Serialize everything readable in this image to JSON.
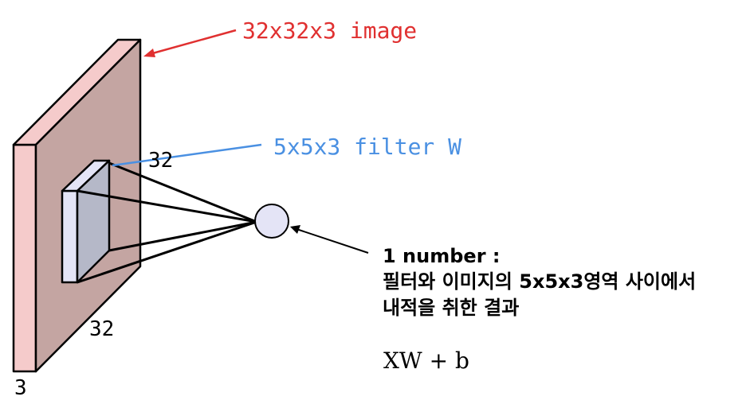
{
  "labels": {
    "image": "32x32x3 image",
    "filter": "5x5x3 filter W",
    "height": "32",
    "width": "32",
    "depth": "3",
    "output_line1": "1 number :",
    "output_line2": "필터와 이미지의 5x5x3영역 사이에서",
    "output_line3": "내적을 취한 결과",
    "formula": "XW + b"
  },
  "colors": {
    "image_label": "#e03030",
    "filter_label": "#4a90e2",
    "volume_front": "#c4a5a2",
    "volume_side": "#f5cbcb",
    "filter_front": "#b5b8c8",
    "filter_side": "#e4e4f6",
    "neuron": "#e4e4f6",
    "lines": "#000000"
  }
}
